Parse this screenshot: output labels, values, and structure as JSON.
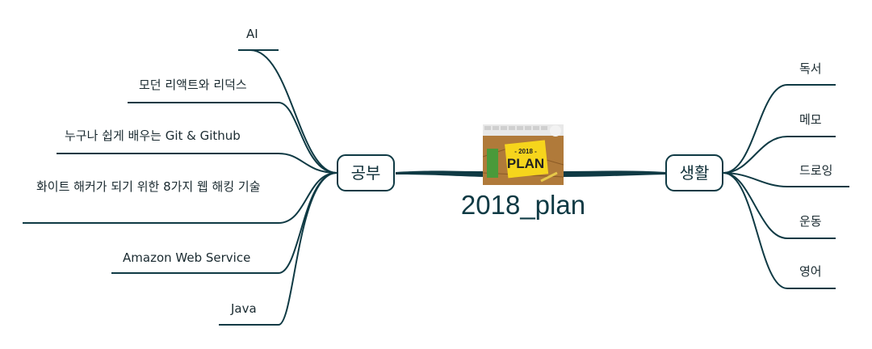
{
  "center": {
    "title": "2018_plan",
    "image_icon": "sticky-note-plan-image",
    "image_text_year": "- 2018 -",
    "image_text_word": "PLAN"
  },
  "branches": {
    "left": {
      "label": "공부",
      "leaves": [
        "AI",
        "모던 리액트와 리덕스",
        "누구나 쉽게 배우는  Git & Github",
        "화이트 해커가 되기 위한 8가지 웹 해킹 기술",
        "Amazon Web Service",
        "Java"
      ]
    },
    "right": {
      "label": "생활",
      "leaves": [
        "독서",
        "메모",
        "드로잉",
        "운동",
        "영어"
      ]
    }
  },
  "colors": {
    "line": "#0f3a44",
    "text": "#0f2f38"
  }
}
